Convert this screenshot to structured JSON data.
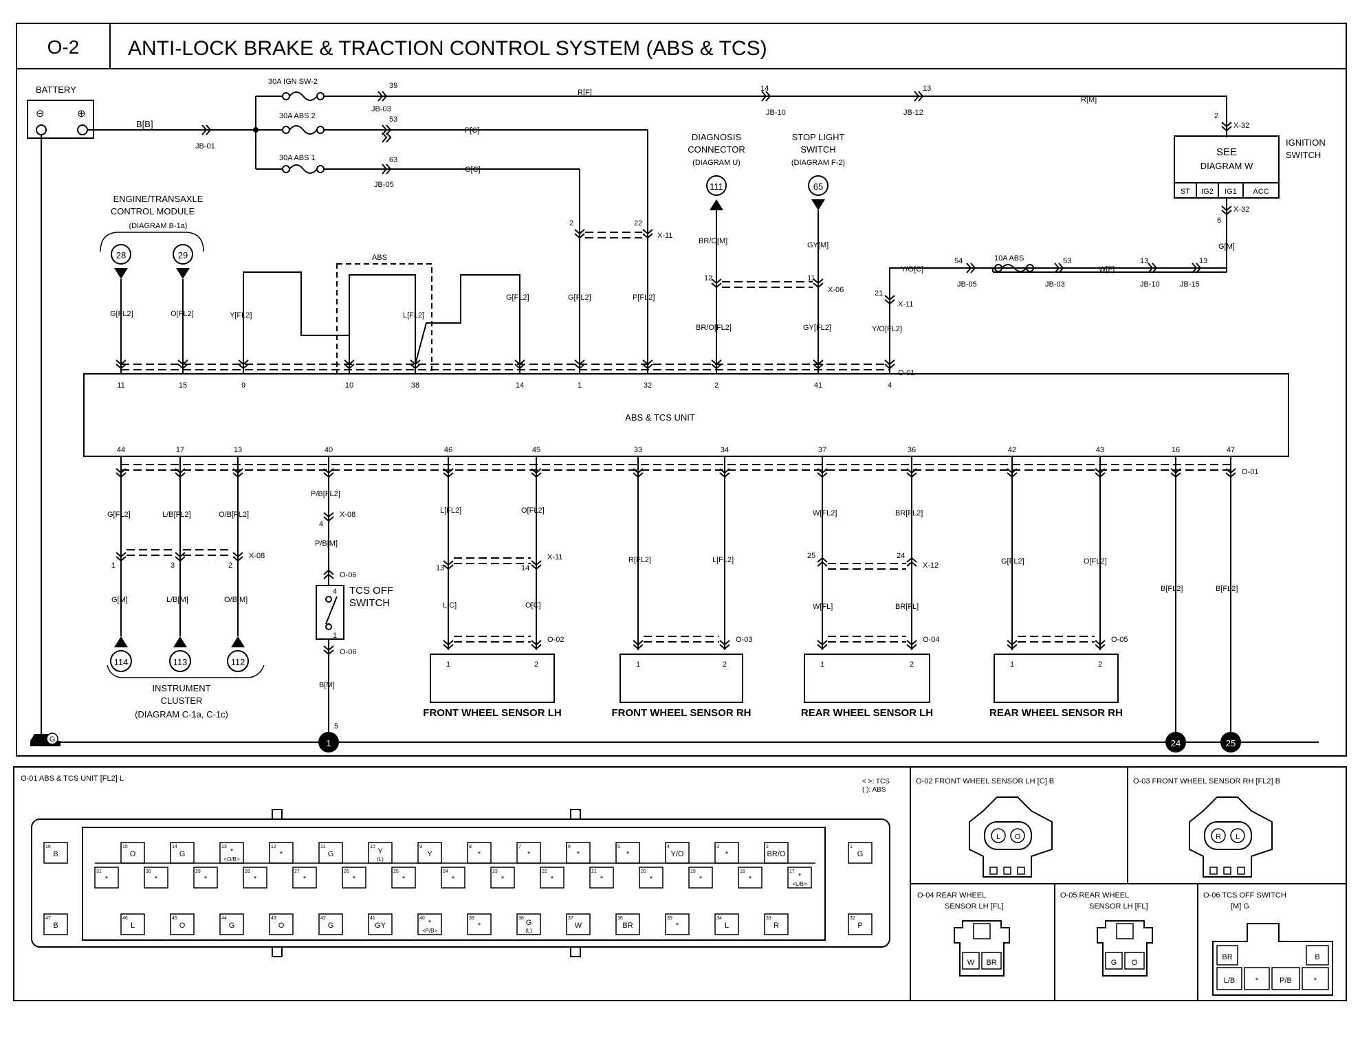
{
  "header": {
    "code": "O-2",
    "title": "ANTI-LOCK BRAKE & TRACTION CONTROL SYSTEM (ABS & TCS)"
  },
  "battery": {
    "label": "BATTERY",
    "minus": "⊖",
    "plus": "⊕",
    "wire": "B[B]",
    "junction": "JB-01"
  },
  "fuses": [
    {
      "name": "30A IGN SW-2",
      "pin": "39",
      "jb": "JB-03",
      "wire": "R[F]"
    },
    {
      "name": "30A ABS 2",
      "pin": "53",
      "wire": "P[C]"
    },
    {
      "name": "30A ABS 1",
      "pin": "63",
      "jb": "JB-05",
      "wire": "G[C]"
    }
  ],
  "top_run": {
    "p1": "14",
    "jb1": "JB-10",
    "p2": "13",
    "jb2": "JB-12",
    "wire": "R[M]"
  },
  "ignition": {
    "see": "SEE",
    "diagram": "DIAGRAM  W",
    "label_a": "IGNITION",
    "label_b": "SWITCH",
    "positions": [
      "ST",
      "IG2",
      "IG1",
      "ACC"
    ],
    "pin_top": "2",
    "conn_top": "X-32",
    "pin_bot": "6",
    "conn_bot": "X-32",
    "wire": "G[M]"
  },
  "abs_fuse_run": {
    "wire_a": "Y/O[C]",
    "p54": "54",
    "jb05": "JB-05",
    "fuse": "10A ABS",
    "p53": "53",
    "jb03": "JB-03",
    "wire_b": "W[F]",
    "p13a": "13",
    "jb10": "JB-10",
    "p13b": "13",
    "jb15": "JB-15"
  },
  "diag_conn": {
    "l1": "DIAGNOSIS",
    "l2": "CONNECTOR",
    "l3": "(DIAGRAM U)",
    "num": "111"
  },
  "stop_switch": {
    "l1": "STOP LIGHT",
    "l2": "SWITCH",
    "l3": "(DIAGRAM F-2)",
    "num": "65"
  },
  "ecm": {
    "l1": "ENGINE/TRANSAXLE",
    "l2": "CONTROL MODULE",
    "l3": "(DIAGRAM B-1a)",
    "n1": "28",
    "n2": "29"
  },
  "abs_box_label": "ABS",
  "upper_wires": {
    "g11": "G[FL2]",
    "o15": "O[FL2]",
    "y9": "Y[FL2]",
    "l38": "L[FL2]",
    "g14": "G[FL2]",
    "g1": "G[FL2]",
    "p32": "P[FL2]",
    "br_m": "BR/O[M]",
    "br_fl2": "BR/O[FL2]",
    "gy_m": "GY[M]",
    "gy_fl2": "GY[FL2]",
    "yo_fl2": "Y/O[FL2]",
    "x11_p2": "2",
    "x11_p22": "22",
    "x11": "X-11",
    "x06_p12": "12",
    "x06_p11": "11",
    "x06": "X-06",
    "p21": "21",
    "x11b": "X-11"
  },
  "unit": {
    "label": "ABS & TCS UNIT",
    "top_pins": [
      "11",
      "15",
      "9",
      "10",
      "38",
      "14",
      "1",
      "32",
      "2",
      "41",
      "4"
    ],
    "top_conn": "O-01",
    "bottom_pins": [
      "44",
      "17",
      "13",
      "40",
      "46",
      "45",
      "33",
      "34",
      "37",
      "36",
      "42",
      "43",
      "16",
      "47"
    ],
    "bottom_conn": "O-01"
  },
  "lower_wires": {
    "g44": "G[FL2]",
    "lb17": "L/B[FL2]",
    "ob13": "O/B[FL2]",
    "x08": "X-08",
    "p1": "1",
    "p3": "3",
    "p2": "2",
    "gm": "G[M]",
    "lbm": "L/B[M]",
    "obm": "O/B[M]",
    "pb_fl2": "P/B[FL2]",
    "p4": "4",
    "x08b": "X-08",
    "pb_m": "P/B[M]",
    "o06a": "O-06",
    "tcs_a": "TCS OFF",
    "tcs_b": "SWITCH",
    "tp4": "4",
    "tp1": "1",
    "o06b": "O-06",
    "bm": "B[M]",
    "p5": "5",
    "l46": "L[FL2]",
    "o45": "O[FL2]",
    "p13": "13",
    "p14": "14",
    "x11": "X-11",
    "lc": "L[C]",
    "oc": "O[C]",
    "r33": "R[FL2]",
    "l34": "L[FL2]",
    "w37": "W[FL2]",
    "br36": "BR[FL2]",
    "p25": "25",
    "p24": "24",
    "x12": "X-12",
    "wfl": "W[FL]",
    "brfl": "BR[FL]",
    "g42": "G[FL2]",
    "o43": "O[FL2]",
    "b16": "B[FL2]",
    "b47": "B[FL2]"
  },
  "cluster": {
    "n1": "114",
    "n2": "113",
    "n3": "112",
    "l1": "INSTRUMENT",
    "l2": "CLUSTER",
    "l3": "(DIAGRAM C-1a, C-1c)"
  },
  "sensors": [
    {
      "label": "FRONT WHEEL SENSOR LH",
      "conn": "O-02"
    },
    {
      "label": "FRONT WHEEL SENSOR RH",
      "conn": "O-03"
    },
    {
      "label": "REAR WHEEL SENSOR LH",
      "conn": "O-04"
    },
    {
      "label": "REAR WHEEL SENSOR RH",
      "conn": "O-05"
    }
  ],
  "sensor_pins": [
    "1",
    "2"
  ],
  "grounds": {
    "g": "G",
    "n1": "1",
    "n24": "24",
    "n25": "25"
  },
  "connectors": {
    "o01_title": "O-01 ABS & TCS UNIT [FL2] L",
    "legend_a": "< >: TCS",
    "legend_b": "(   ): ABS",
    "o02_title": "O-02 FRONT WHEEL SENSOR LH [C] B",
    "o02_pins": [
      "L",
      "O"
    ],
    "o03_title": "O-03 FRONT WHEEL SENSOR RH [FL2] B",
    "o03_pins": [
      "R",
      "L"
    ],
    "o04_t1": "O-04 REAR WHEEL",
    "o04_t2": "SENSOR LH [FL]",
    "o04_pins": [
      "W",
      "BR"
    ],
    "o05_t1": "O-05 REAR WHEEL",
    "o05_t2": "SENSOR LH [FL]",
    "o05_pins": [
      "G",
      "O"
    ],
    "o06_t1": "O-06 TCS OFF SWITCH",
    "o06_t2": "[M] G",
    "o06_pins": [
      "BR",
      "B",
      "L/B",
      "*",
      "P/B",
      "*"
    ],
    "o01_row1": [
      "O",
      "G",
      "*",
      "*",
      "G",
      "Y",
      "Y",
      "*",
      "*",
      "*",
      "*",
      "Y/O",
      "*",
      "BR/O"
    ],
    "o01_row1_sub": [
      "",
      "",
      "<O/B>",
      "",
      "",
      "(L)",
      "",
      "",
      "",
      "",
      "",
      "",
      "",
      ""
    ],
    "o01_row2": [
      "*",
      "*",
      "*",
      "*",
      "*",
      "*",
      "*",
      "*",
      "*",
      "*",
      "*",
      "*",
      "*",
      "*",
      "*"
    ],
    "o01_row2_last_sub": "<L/B>",
    "o01_row3": [
      "L",
      "O",
      "G",
      "O",
      "G",
      "GY",
      "*",
      "*",
      "G",
      "W",
      "BR",
      "*",
      "L",
      "R"
    ],
    "o01_row3_sub": [
      "",
      "",
      "",
      "",
      "",
      "",
      "<P/B>",
      "",
      "(L)",
      "",
      "",
      "",
      "",
      ""
    ],
    "o01_left": [
      "B",
      "B"
    ],
    "o01_right": [
      "G",
      "P"
    ]
  }
}
